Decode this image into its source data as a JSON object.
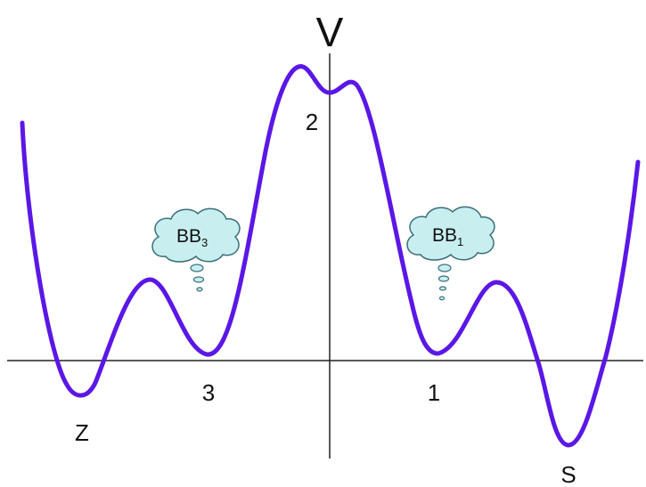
{
  "axis": {
    "y_label": "V"
  },
  "points": {
    "z": "Z",
    "three": "3",
    "two": "2",
    "one": "1",
    "s": "S"
  },
  "clouds": {
    "left": {
      "text": "BB",
      "sub": "3"
    },
    "right": {
      "text": "BB",
      "sub": "1"
    }
  },
  "colors": {
    "curve": "#5a17e6",
    "cloud_fill": "#c8eef0",
    "cloud_stroke": "#3a6f78",
    "axis": "#222222"
  }
}
